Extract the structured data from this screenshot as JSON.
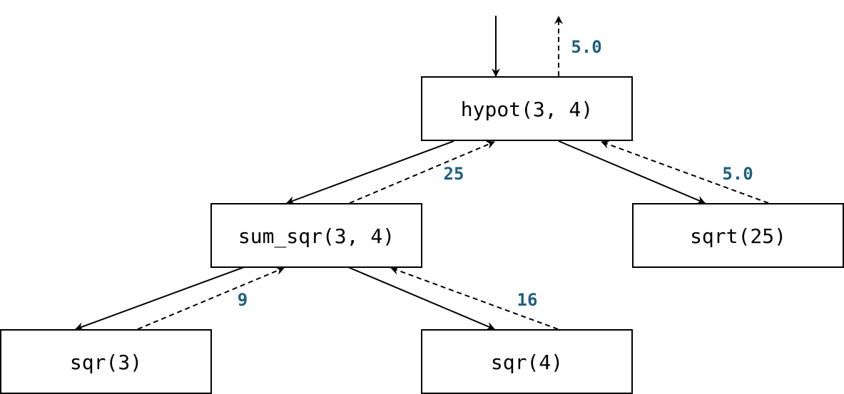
{
  "colors": {
    "value_label": "#1f5f7f",
    "line": "#000000"
  },
  "nodes": {
    "hypot": "hypot(3, 4)",
    "sum_sqr": "sum_sqr(3, 4)",
    "sqrt": "sqrt(25)",
    "sqr3": "sqr(3)",
    "sqr4": "sqr(4)"
  },
  "return_values": {
    "hypot_result": "5.0",
    "sum_sqr_result": "25",
    "sqrt_result": "5.0",
    "sqr3_result": "9",
    "sqr4_result": "16"
  }
}
